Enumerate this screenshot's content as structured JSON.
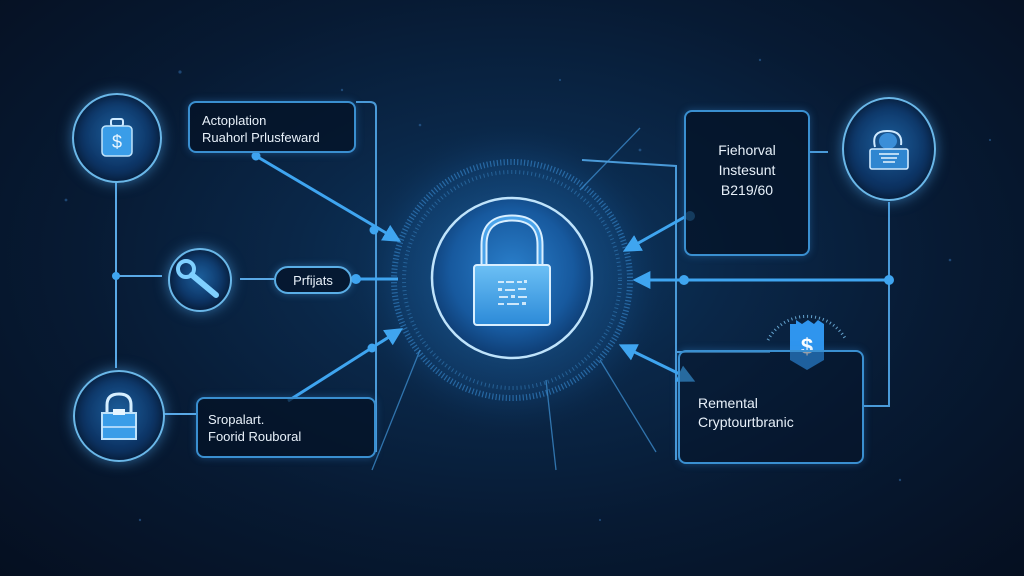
{
  "diagram": {
    "theme": "cybersecurity-crypto-network",
    "colors": {
      "background": "#071a33",
      "accent": "#3fa5f0",
      "line": "#4a9ad8",
      "text": "#e8f1fa"
    },
    "center": {
      "icon": "padlock-icon",
      "caption_glyphs": "encrypted code"
    },
    "left_nodes": [
      {
        "id": "money-bag",
        "icon": "money-bag-dollar-icon"
      },
      {
        "id": "key",
        "icon": "key-icon"
      },
      {
        "id": "lock",
        "icon": "padlock-icon"
      }
    ],
    "right_nodes": [
      {
        "id": "lock-safe",
        "icon": "open-padlock-icon"
      },
      {
        "id": "dollar-shield",
        "icon": "dollar-shield-icon"
      }
    ],
    "labels": {
      "top_left": {
        "line1": "Actoplation",
        "line2": "Ruahorl Prlusfeward"
      },
      "middle_left_pill": "Prfijats",
      "bottom_left": {
        "line1": "Sropalart.",
        "line2": "Foorid Rouboral"
      },
      "top_right": {
        "line1": "Fiehorval",
        "line2": "Instesunt",
        "line3": "B219/60"
      },
      "bottom_right": {
        "line1": "Remental",
        "line2": "Cryptourtbranic"
      }
    }
  }
}
